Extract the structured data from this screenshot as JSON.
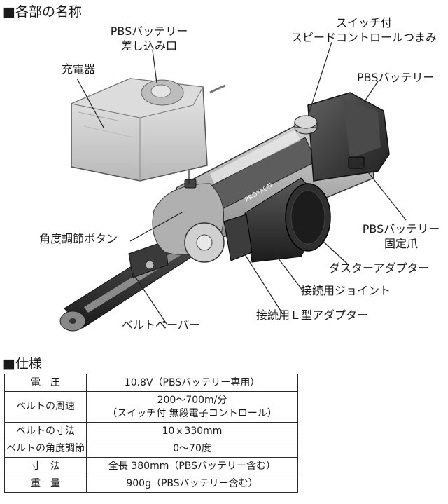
{
  "section_parts_title": "■各部の名称",
  "section_spec_title": "■仕様",
  "labels": {
    "charger": "充電器",
    "battery_slot": [
      "PBSバッテリー",
      "差し込み口"
    ],
    "speed_switch": [
      "スイッチ付",
      "スピードコントロールつまみ"
    ],
    "battery": "PBSバッテリー",
    "battery_clip": [
      "PBSバッテリー",
      "固定爪"
    ],
    "angle_button": "角度調節ボタン",
    "dust_adapter": "ダスターアダプター",
    "joint": "接続用ジョイント",
    "l_adapter": "接続用Ｌ型アダプター",
    "belt_paper": "ベルトペーパー",
    "brand": "PROXXON"
  },
  "specs": [
    {
      "key": "電　圧",
      "value": "10.8V（PBSバッテリー専用）"
    },
    {
      "key": "ベルトの周速",
      "value": "200〜700m/分",
      "value2": "（スイッチ付 無段電子コントロール）"
    },
    {
      "key": "ベルトの寸法",
      "value": "10ｘ330mm"
    },
    {
      "key": "ベルトの角度調節",
      "value": "0〜70度"
    },
    {
      "key": "寸　法",
      "value": "全長 380mm（PBSバッテリー含む）"
    },
    {
      "key": "重　量",
      "value": "900g（PBSバッテリー含む）"
    }
  ]
}
